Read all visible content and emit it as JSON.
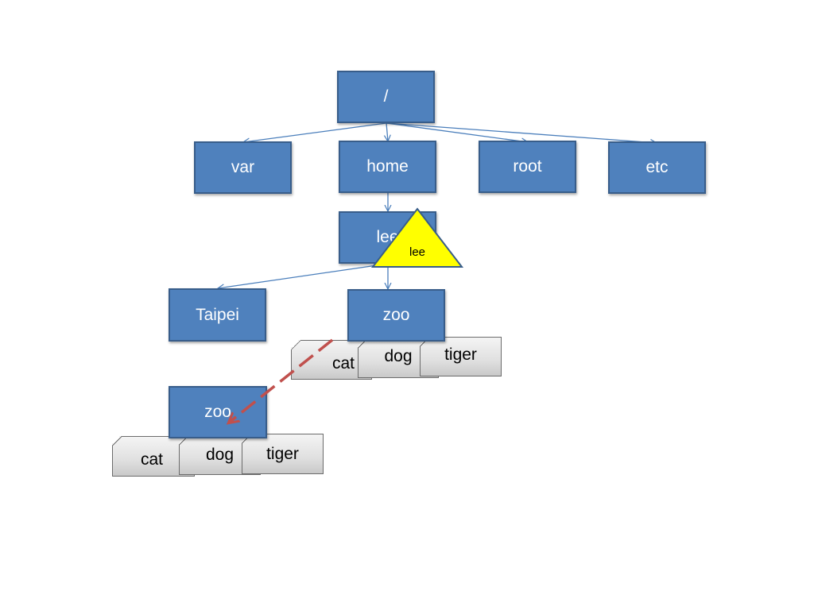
{
  "tree": {
    "root": "/",
    "level1": [
      "var",
      "home",
      "root",
      "etc"
    ],
    "home_child": "lee",
    "lee_children": [
      "Taipei",
      "zoo"
    ],
    "zoo_files": [
      "cat",
      "dog",
      "tiger"
    ]
  },
  "copy": {
    "zoo": "zoo",
    "files": [
      "cat",
      "dog",
      "tiger"
    ]
  },
  "link_triangle": {
    "label": "lee",
    "fill": "#ffff00"
  },
  "colors": {
    "node_fill": "#4f81bd",
    "node_border": "#385d8a",
    "connector": "#4a7ebb",
    "copy_arrow": "#c0504d"
  }
}
